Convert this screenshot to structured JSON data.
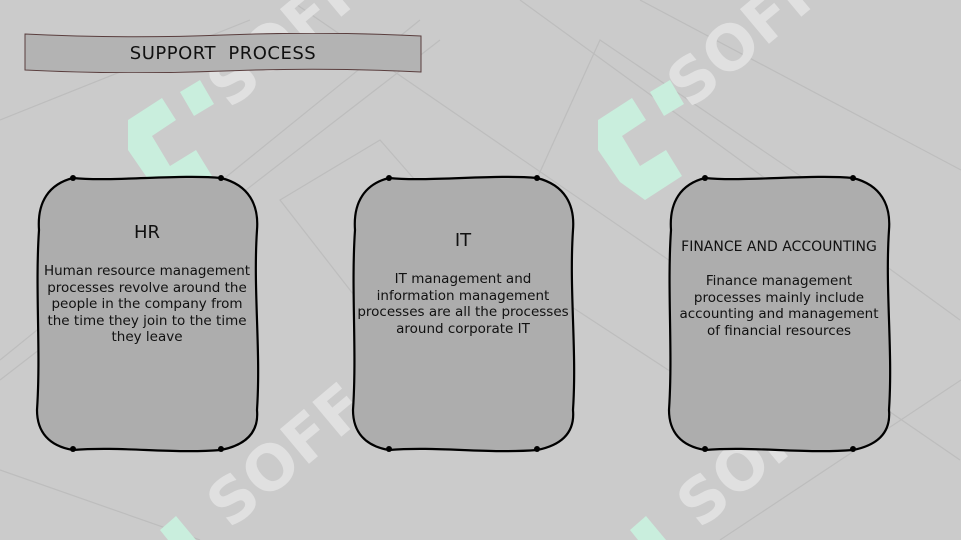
{
  "banner": {
    "title": "SUPPORT  PROCESS"
  },
  "watermark": {
    "text": "SOFF",
    "mark_color": "#c9eedd",
    "text_color": "#e2e2e2"
  },
  "cards": [
    {
      "title": "HR",
      "body": "Human resource management processes revolve around the people in the company from the time they join to the time they leave"
    },
    {
      "title": "IT",
      "body": "IT management and information management processes are all the processes around corporate IT"
    },
    {
      "title": "FINANCE AND ACCOUNTING",
      "body": "Finance management processes mainly include accounting and management of financial resources"
    }
  ],
  "colors": {
    "background": "#cbcbcb",
    "card_fill": "#adadad",
    "banner_fill": "#b3b3b3",
    "outline": "#000000"
  }
}
